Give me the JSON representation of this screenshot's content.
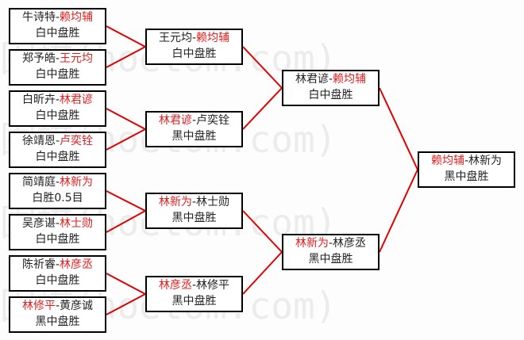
{
  "watermark": "(hoetom.com)",
  "colors": {
    "winner": "#e02020",
    "connector": "#e00000"
  },
  "round1": [
    {
      "a": "牛诗特",
      "b": "赖均辅",
      "winner": "b",
      "result": "白中盘胜"
    },
    {
      "a": "郑予皓",
      "b": "王元均",
      "winner": "b",
      "result": "白中盘胜"
    },
    {
      "a": "白昕卉",
      "b": "林君谚",
      "winner": "b",
      "result": "白中盘胜"
    },
    {
      "a": "徐靖恩",
      "b": "卢奕铨",
      "winner": "b",
      "result": "白中盘胜"
    },
    {
      "a": "简靖庭",
      "b": "林新为",
      "winner": "b",
      "result": "白胜0.5目"
    },
    {
      "a": "吴彦谌",
      "b": "林士勋",
      "winner": "b",
      "result": "白中盘胜"
    },
    {
      "a": "陈祈睿",
      "b": "林彦丞",
      "winner": "b",
      "result": "白中盘胜"
    },
    {
      "a": "林修平",
      "b": "黄彦诚",
      "winner": "a",
      "result": "黑中盘胜"
    }
  ],
  "round2": [
    {
      "a": "王元均",
      "b": "赖均辅",
      "winner": "b",
      "result": "白中盘胜"
    },
    {
      "a": "林君谚",
      "b": "卢奕铨",
      "winner": "a",
      "result": "黑中盘胜"
    },
    {
      "a": "林新为",
      "b": "林士勋",
      "winner": "a",
      "result": "黑中盘胜"
    },
    {
      "a": "林彦丞",
      "b": "林修平",
      "winner": "a",
      "result": "黑中盘胜"
    }
  ],
  "round3": [
    {
      "a": "林君谚",
      "b": "赖均辅",
      "winner": "b",
      "result": "白中盘胜"
    },
    {
      "a": "林新为",
      "b": "林彦丞",
      "winner": "a",
      "result": "黑中盘胜"
    }
  ],
  "final": [
    {
      "a": "赖均辅",
      "b": "林新为",
      "winner": "a",
      "result": "黑中盘胜"
    }
  ]
}
